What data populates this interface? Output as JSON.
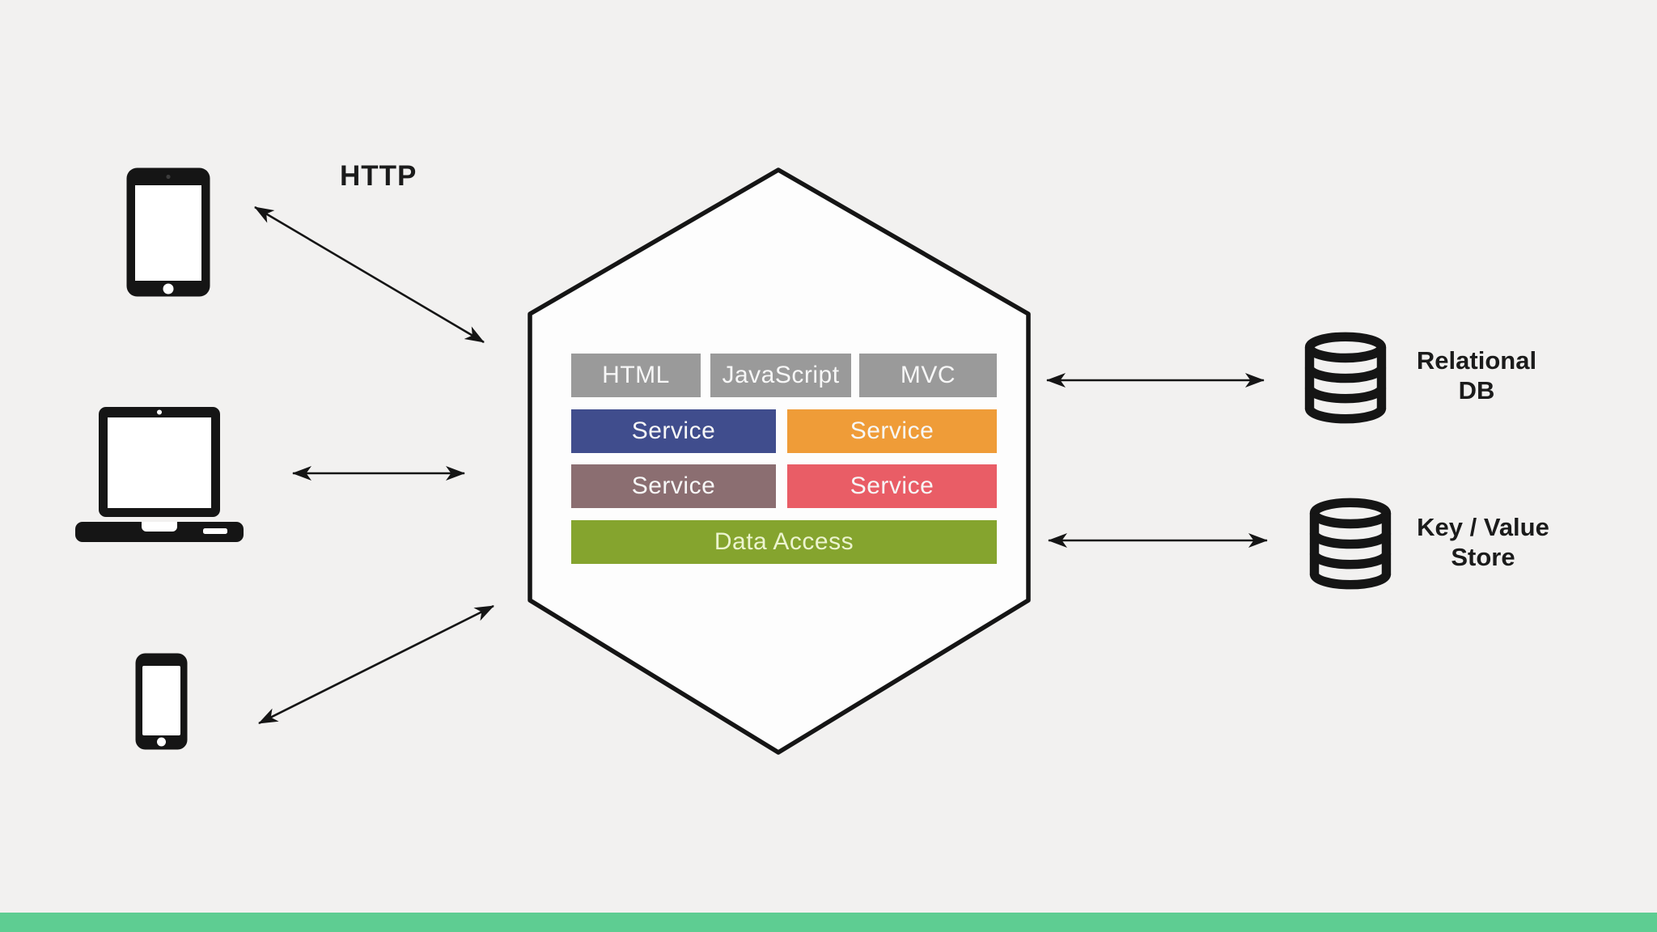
{
  "colors": {
    "background": "#f2f1f0",
    "bottom_bar": "#5ecd92",
    "hexagon_fill": "#fdfdfd",
    "ink": "#151515",
    "block_gray": "#9a9a9a",
    "service_blue": "#404d8d",
    "service_orange": "#ef9c38",
    "service_mauve": "#8b6e71",
    "service_red": "#e95d66",
    "data_access_green": "#85a42e"
  },
  "http_label": "HTTP",
  "clients": [
    {
      "type": "tablet",
      "icon": "tablet-icon"
    },
    {
      "type": "laptop",
      "icon": "laptop-icon"
    },
    {
      "type": "smartphone",
      "icon": "smartphone-icon"
    }
  ],
  "monolith": {
    "shape": "hexagon",
    "ui_blocks": [
      "HTML",
      "JavaScript",
      "MVC"
    ],
    "services": [
      "Service",
      "Service",
      "Service",
      "Service"
    ],
    "data_access": "Data Access"
  },
  "databases": [
    {
      "icon": "database-icon",
      "line1": "Relational",
      "line2": "DB"
    },
    {
      "icon": "database-icon",
      "line1": "Key / Value",
      "line2": "Store"
    }
  ]
}
